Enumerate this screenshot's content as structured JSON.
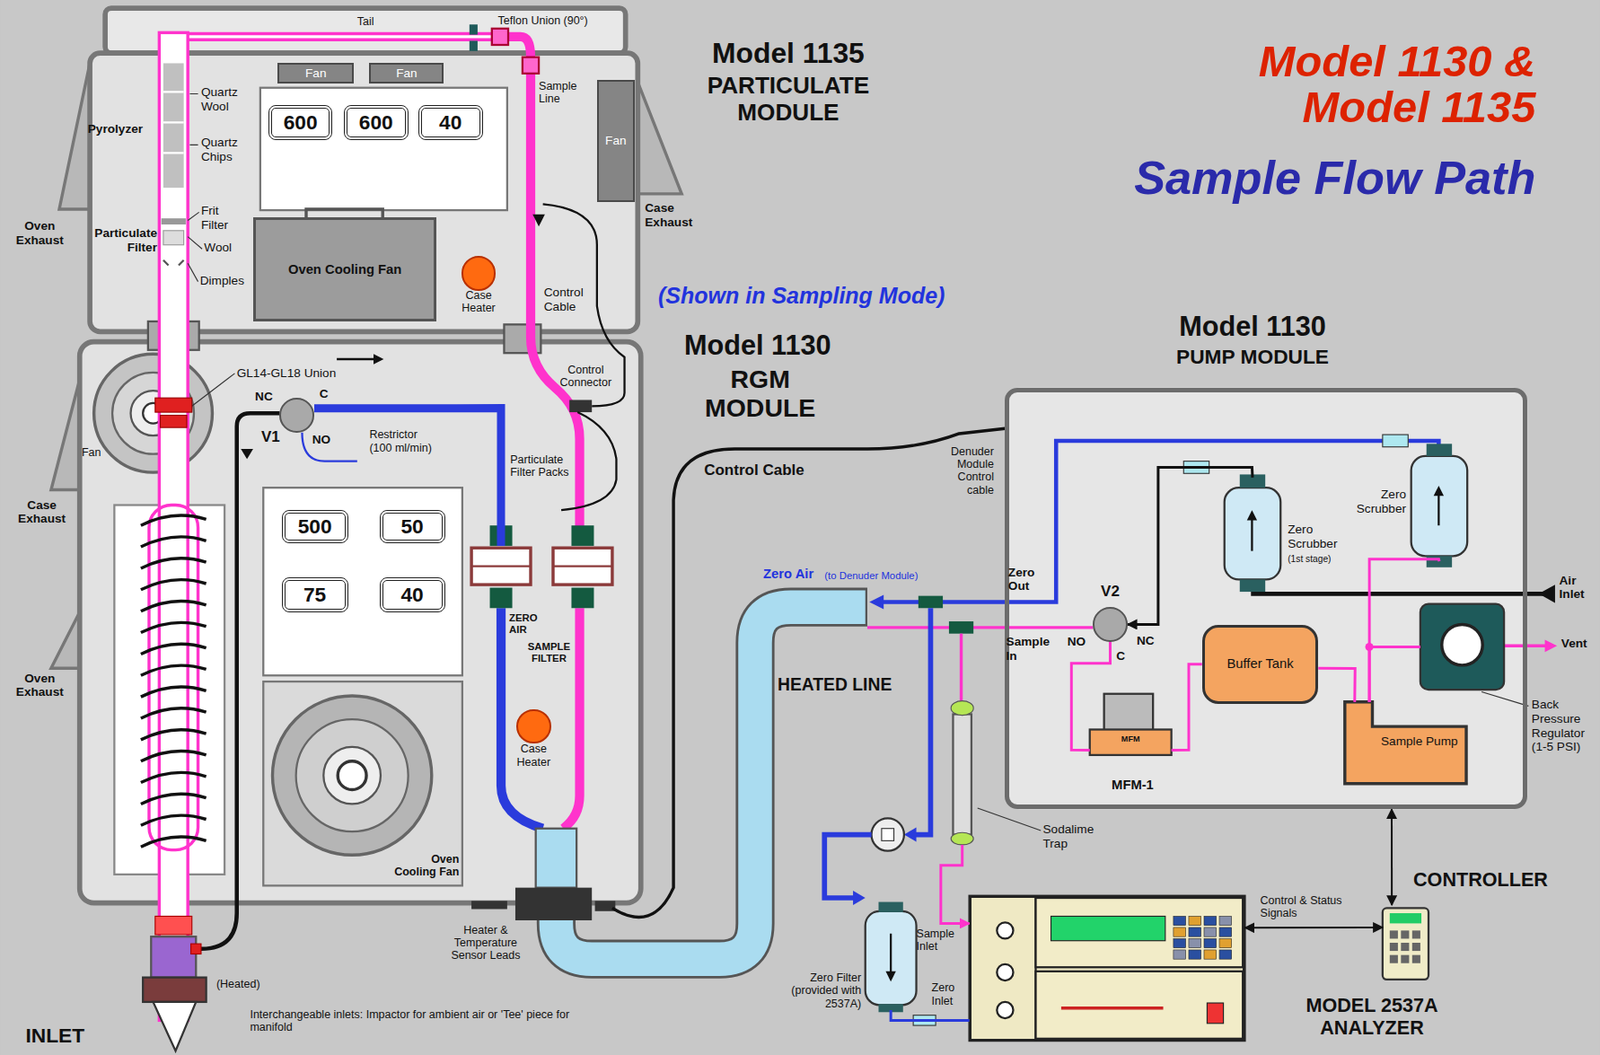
{
  "diagram": {
    "title": "Model 1130 & Model 1135",
    "nodes": [
      {
        "text": [
          "Fan"
        ]
      },
      {
        "text": [
          "Fan"
        ]
      },
      {
        "text": [
          "600"
        ]
      },
      {
        "text": [
          "600"
        ]
      },
      {
        "text": [
          "40"
        ]
      },
      {
        "text": [
          "Fan"
        ]
      },
      {
        "text": [
          "Oven Cooling Fan"
        ]
      },
      {
        "text": [
          "Case Heater"
        ]
      },
      {
        "text": [
          "V1"
        ]
      },
      {
        "text": [
          "500"
        ]
      },
      {
        "text": [
          "50"
        ]
      },
      {
        "text": [
          "75"
        ]
      },
      {
        "text": [
          "40"
        ]
      },
      {
        "text": [
          "ZERO AIR"
        ]
      },
      {
        "text": [
          "SAMPLE FILTER"
        ]
      },
      {
        "text": [
          "Case Heater"
        ]
      },
      {
        "text": [
          "Oven Cooling Fan"
        ]
      },
      {
        "text": [
          "Model 1130",
          "PUMP MODULE"
        ]
      },
      {
        "text": [
          "Zero Scrubber",
          "(1st stage)"
        ],
        "in": 17
      },
      {
        "text": [
          "Zero Scrubber"
        ],
        "in": 17
      },
      {
        "text": [
          "V2"
        ],
        "in": 17
      },
      {
        "text": [
          "Buffer Tank"
        ],
        "in": 17
      },
      {
        "text": [
          "Back Pressure Regulator (1-5 PSI)"
        ],
        "in": 17
      },
      {
        "text": [
          "MFM",
          "MFM-1"
        ],
        "in": 17
      },
      {
        "text": [
          "Sample Pump"
        ],
        "in": 17
      },
      {
        "text": [
          "Sodalime Trap"
        ]
      },
      {
        "text": [
          "Zero Filter (provided with 2537A)"
        ]
      },
      {
        "text": [
          "MODEL 2537A ANALYZER"
        ]
      },
      {
        "text": [
          "CONTROLLER"
        ]
      }
    ],
    "edges": [
      {
        "from": 8,
        "to": 13,
        "arrow": "none"
      },
      {
        "from": 18,
        "to": 20,
        "arrow": "to"
      },
      {
        "from": 20,
        "to": 23,
        "arrow": "none"
      },
      {
        "from": 23,
        "to": 21,
        "arrow": "none"
      },
      {
        "from": 21,
        "to": 24,
        "arrow": "none"
      },
      {
        "from": 24,
        "to": 22,
        "arrow": "none"
      },
      {
        "from": 24,
        "to": 19,
        "arrow": "none"
      },
      {
        "from": 25,
        "to": 27,
        "arrow": "to"
      },
      {
        "from": 26,
        "to": 27,
        "arrow": "none"
      },
      {
        "from": 28,
        "to": 27,
        "label": "Control & Status Signals",
        "arrow": "both"
      },
      {
        "from": 28,
        "to": 17,
        "arrow": "both"
      }
    ],
    "labels": [
      "Model 1135",
      "PARTICULATE MODULE",
      "Model 1130",
      "RGM MODULE",
      "Sample Flow Path",
      "(Shown in Sampling Mode)",
      "Tail",
      "Teflon Union (90°)",
      "Sample Line",
      "Quartz Wool",
      "Pyrolyzer",
      "Quartz Chips",
      "Frit Filter",
      "Particulate Filter",
      "Wool",
      "Dimples",
      "Oven Exhaust",
      "Case Exhaust",
      "Control Cable",
      "GL14-GL18 Union",
      "NC",
      "C",
      "NO",
      "Restrictor (100 ml/min)",
      "Control Connector",
      "Particulate Filter Packs",
      "Fan",
      "Case Exhaust",
      "Oven Exhaust",
      "Heater & Temperature Sensor Leads",
      "(Heated)",
      "Interchangeable inlets: Impactor for ambient air or 'Tee' piece for manifold",
      "INLET",
      "Control Cable",
      "Denuder Module Control cable",
      "HEATED LINE",
      "Zero Air",
      "(to Denuder Module)",
      "Zero Out",
      "Sample In",
      "NO",
      "NC",
      "C",
      "Air Inlet",
      "Vent",
      "Sample Inlet",
      "Zero Inlet"
    ]
  }
}
